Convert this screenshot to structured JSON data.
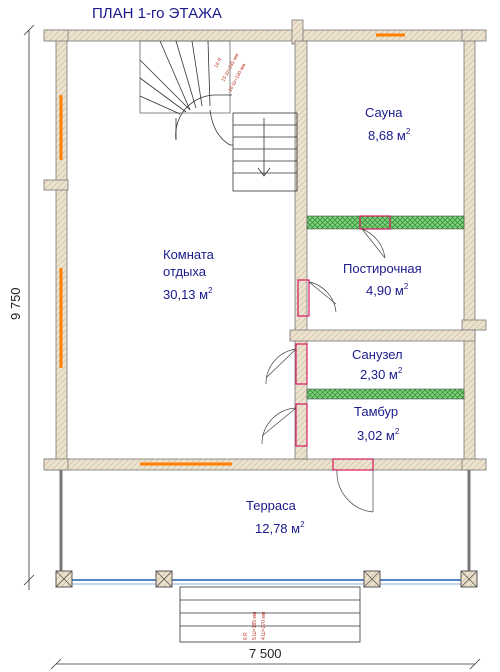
{
  "title": "ПЛАН 1-го ЭТАЖА",
  "rooms": [
    {
      "id": "sauna",
      "name": "Сауна",
      "area": "8,68 м",
      "unit_sup": "2"
    },
    {
      "id": "lounge",
      "name_line1": "Комната",
      "name_line2": "отдыха",
      "area": "30,13 м",
      "unit_sup": "2"
    },
    {
      "id": "laundry",
      "name": "Постирочная",
      "area": "4,90 м",
      "unit_sup": "2"
    },
    {
      "id": "wc",
      "name": "Санузел",
      "area": "2,30 м",
      "unit_sup": "2"
    },
    {
      "id": "vestibule",
      "name": "Тамбур",
      "area": "3,02 м",
      "unit_sup": "2"
    },
    {
      "id": "terrace",
      "name": "Терраса",
      "area": "12,78 м",
      "unit_sup": "2"
    }
  ],
  "dimensions": {
    "width": "7 500",
    "height": "9 750"
  },
  "stair_notes": {
    "upper": [
      "16 R",
      "15 Ш=185 мм",
      "16 Ш=190 мм"
    ],
    "lower": [
      "6 R",
      "5 Ш=185 мм",
      "4 Ш=270 мм"
    ]
  },
  "colors": {
    "wall_fill": "#e8dcc8",
    "wall_stroke": "#777777",
    "window": "#ff7f00",
    "door": "#d81b60",
    "tile": "#59b359",
    "text": "#1a1a8c"
  }
}
